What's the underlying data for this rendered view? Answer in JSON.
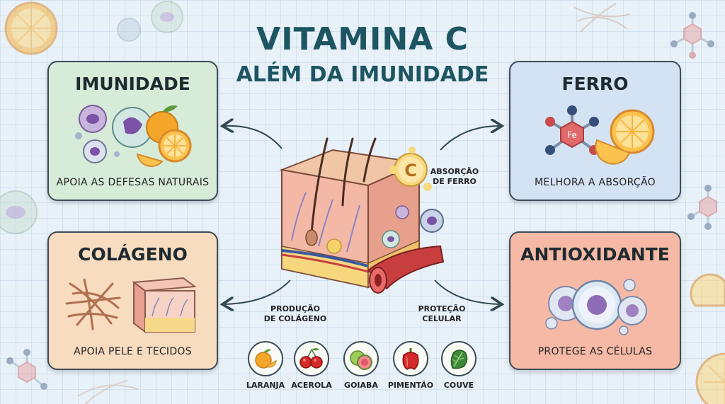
{
  "title": {
    "main": "VITAMINA C",
    "subtitle": "ALÉM DA IMUNIDADE"
  },
  "cards": {
    "imunidade": {
      "title": "IMUNIDADE",
      "caption": "APOIA AS DEFESAS NATURAIS"
    },
    "ferro": {
      "title": "FERRO",
      "caption": "MELHORA A ABSORÇÃO"
    },
    "colageno": {
      "title": "COLÁGENO",
      "caption": "APOIA PELE E TECIDOS"
    },
    "antioxidante": {
      "title": "ANTIOXIDANTE",
      "caption": "PROTEGE AS CÉLULAS"
    }
  },
  "center": {
    "vitamin_symbol": "C",
    "iron_symbol": "Fe",
    "label_absorcao_1": "ABSORÇÃO",
    "label_absorcao_2": "DE FERRO",
    "label_producao_1": "PRODUÇÃO",
    "label_producao_2": "DE COLÁGENO",
    "label_protecao_1": "PROTEÇÃO",
    "label_protecao_2": "CELULAR"
  },
  "foods": [
    {
      "name": "LARANJA",
      "icon": "orange-icon"
    },
    {
      "name": "ACEROLA",
      "icon": "acerola-icon"
    },
    {
      "name": "GOIABA",
      "icon": "guava-icon"
    },
    {
      "name": "PIMENTÃO",
      "icon": "pepper-icon"
    },
    {
      "name": "COUVE",
      "icon": "kale-icon"
    }
  ],
  "colors": {
    "title": "#1d5562",
    "imunidade_bg": "#d6ecd9",
    "ferro_bg": "#d4e3f4",
    "colageno_bg": "#f7dcc0",
    "antioxidante_bg": "#f5b9a6"
  }
}
